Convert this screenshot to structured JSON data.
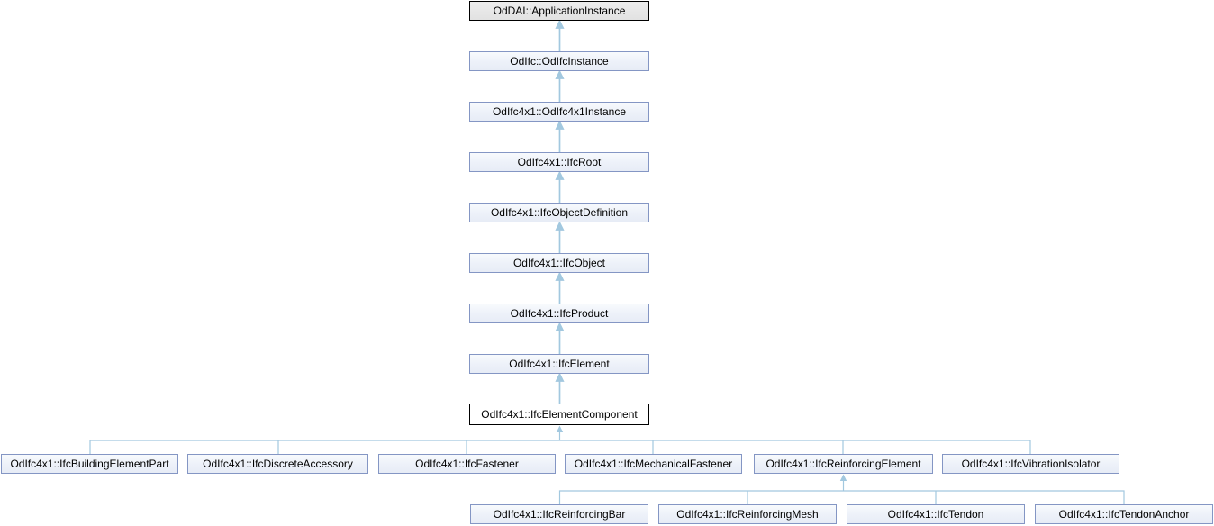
{
  "diagram": {
    "type": "class-inheritance-graph",
    "current_class": "OdIfc4x1::IfcElementComponent",
    "chain": [
      {
        "label": "OdDAI::ApplicationInstance",
        "style": "external"
      },
      {
        "label": "OdIfc::OdIfcInstance",
        "style": "link"
      },
      {
        "label": "OdIfc4x1::OdIfc4x1Instance",
        "style": "link"
      },
      {
        "label": "OdIfc4x1::IfcRoot",
        "style": "link"
      },
      {
        "label": "OdIfc4x1::IfcObjectDefinition",
        "style": "link"
      },
      {
        "label": "OdIfc4x1::IfcObject",
        "style": "link"
      },
      {
        "label": "OdIfc4x1::IfcProduct",
        "style": "link"
      },
      {
        "label": "OdIfc4x1::IfcElement",
        "style": "link"
      },
      {
        "label": "OdIfc4x1::IfcElementComponent",
        "style": "current"
      }
    ],
    "children": [
      {
        "label": "OdIfc4x1::IfcBuildingElementPart"
      },
      {
        "label": "OdIfc4x1::IfcDiscreteAccessory"
      },
      {
        "label": "OdIfc4x1::IfcFastener"
      },
      {
        "label": "OdIfc4x1::IfcMechanicalFastener"
      },
      {
        "label": "OdIfc4x1::IfcReinforcingElement"
      },
      {
        "label": "OdIfc4x1::IfcVibrationIsolator"
      }
    ],
    "grandchildren_parent": "OdIfc4x1::IfcReinforcingElement",
    "grandchildren": [
      {
        "label": "OdIfc4x1::IfcReinforcingBar"
      },
      {
        "label": "OdIfc4x1::IfcReinforcingMesh"
      },
      {
        "label": "OdIfc4x1::IfcTendon"
      },
      {
        "label": "OdIfc4x1::IfcTendonAnchor"
      }
    ],
    "colors": {
      "background": "#FFFFFF",
      "node_fill": "#EDF1F9",
      "node_border": "#8496C4",
      "external_node_fill": "#E2E2E2",
      "external_node_border": "#000000",
      "current_node_fill": "#FFFFFF",
      "current_node_border": "#000000",
      "edge": "#A2C8DF",
      "text": "#000000"
    }
  }
}
